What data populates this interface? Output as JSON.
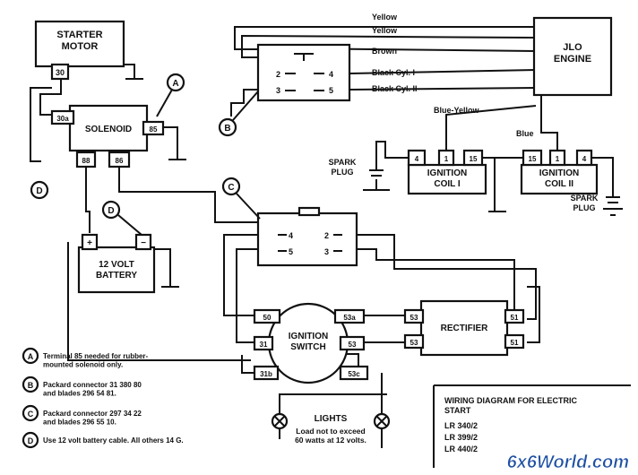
{
  "components": {
    "starter_motor": "STARTER\nMOTOR",
    "solenoid": "SOLENOID",
    "battery": "12 VOLT\nBATTERY",
    "engine": "JLO\nENGINE",
    "coil1": "IGNITION\nCOIL I",
    "coil2": "IGNITION\nCOIL II",
    "spark_plug_left": "SPARK\nPLUG",
    "spark_plug_right": "SPARK\nPLUG",
    "ignition_switch": "IGNITION\nSWITCH",
    "rectifier": "RECTIFIER",
    "lights": "LIGHTS",
    "lights_note": "Load not to exceed\n60 watts at 12 volts."
  },
  "terminals": {
    "starter_30": "30",
    "sol_30a": "30a",
    "sol_85": "85",
    "sol_88": "88",
    "sol_86": "86",
    "bat_plus": "+",
    "bat_minus": "−",
    "connB_2": "2",
    "connB_3": "3",
    "connB_4": "4",
    "connB_5": "5",
    "connC_4": "4",
    "connC_5": "5",
    "connC_2": "2",
    "connC_3": "3",
    "c1_4": "4",
    "c1_1": "1",
    "c1_15": "15",
    "c2_15": "15",
    "c2_1": "1",
    "c2_4": "4",
    "sw_50": "50",
    "sw_31": "31",
    "sw_31b": "31b",
    "sw_53a": "53a",
    "sw_53": "53",
    "sw_53c": "53c",
    "rect_53a": "53",
    "rect_53b": "53",
    "rect_51a": "51",
    "rect_51b": "51"
  },
  "wires": {
    "yellow1": "Yellow",
    "yellow2": "Yellow",
    "brown": "Brown",
    "black_cyl1": "Black Cyl. I",
    "black_cyl2": "Black Cyl. II",
    "blue_yellow": "Blue-Yellow",
    "blue": "Blue"
  },
  "callouts": {
    "A": "A",
    "B": "B",
    "C": "C",
    "D1": "D",
    "D2": "D"
  },
  "legend": [
    {
      "letter": "A",
      "text": "Terminal 85 needed for rubber-\nmounted solenoid only."
    },
    {
      "letter": "B",
      "text": "Packard connector 31 380 80\nand blades 296 54 81."
    },
    {
      "letter": "C",
      "text": "Packard connector 297 34 22\nand blades 296 55 10."
    },
    {
      "letter": "D",
      "text": "Use 12 volt battery cable.  All others 14 G."
    }
  ],
  "title_block": {
    "title": "WIRING DIAGRAM  FOR ELECTRIC\nSTART",
    "models": [
      "LR 340/2",
      "LR 399/2",
      "LR 440/2"
    ]
  },
  "watermark": "6x6World.com",
  "colors": {
    "ink": "#111111",
    "paper": "#ffffff",
    "watermark": "#1d4fa3"
  }
}
